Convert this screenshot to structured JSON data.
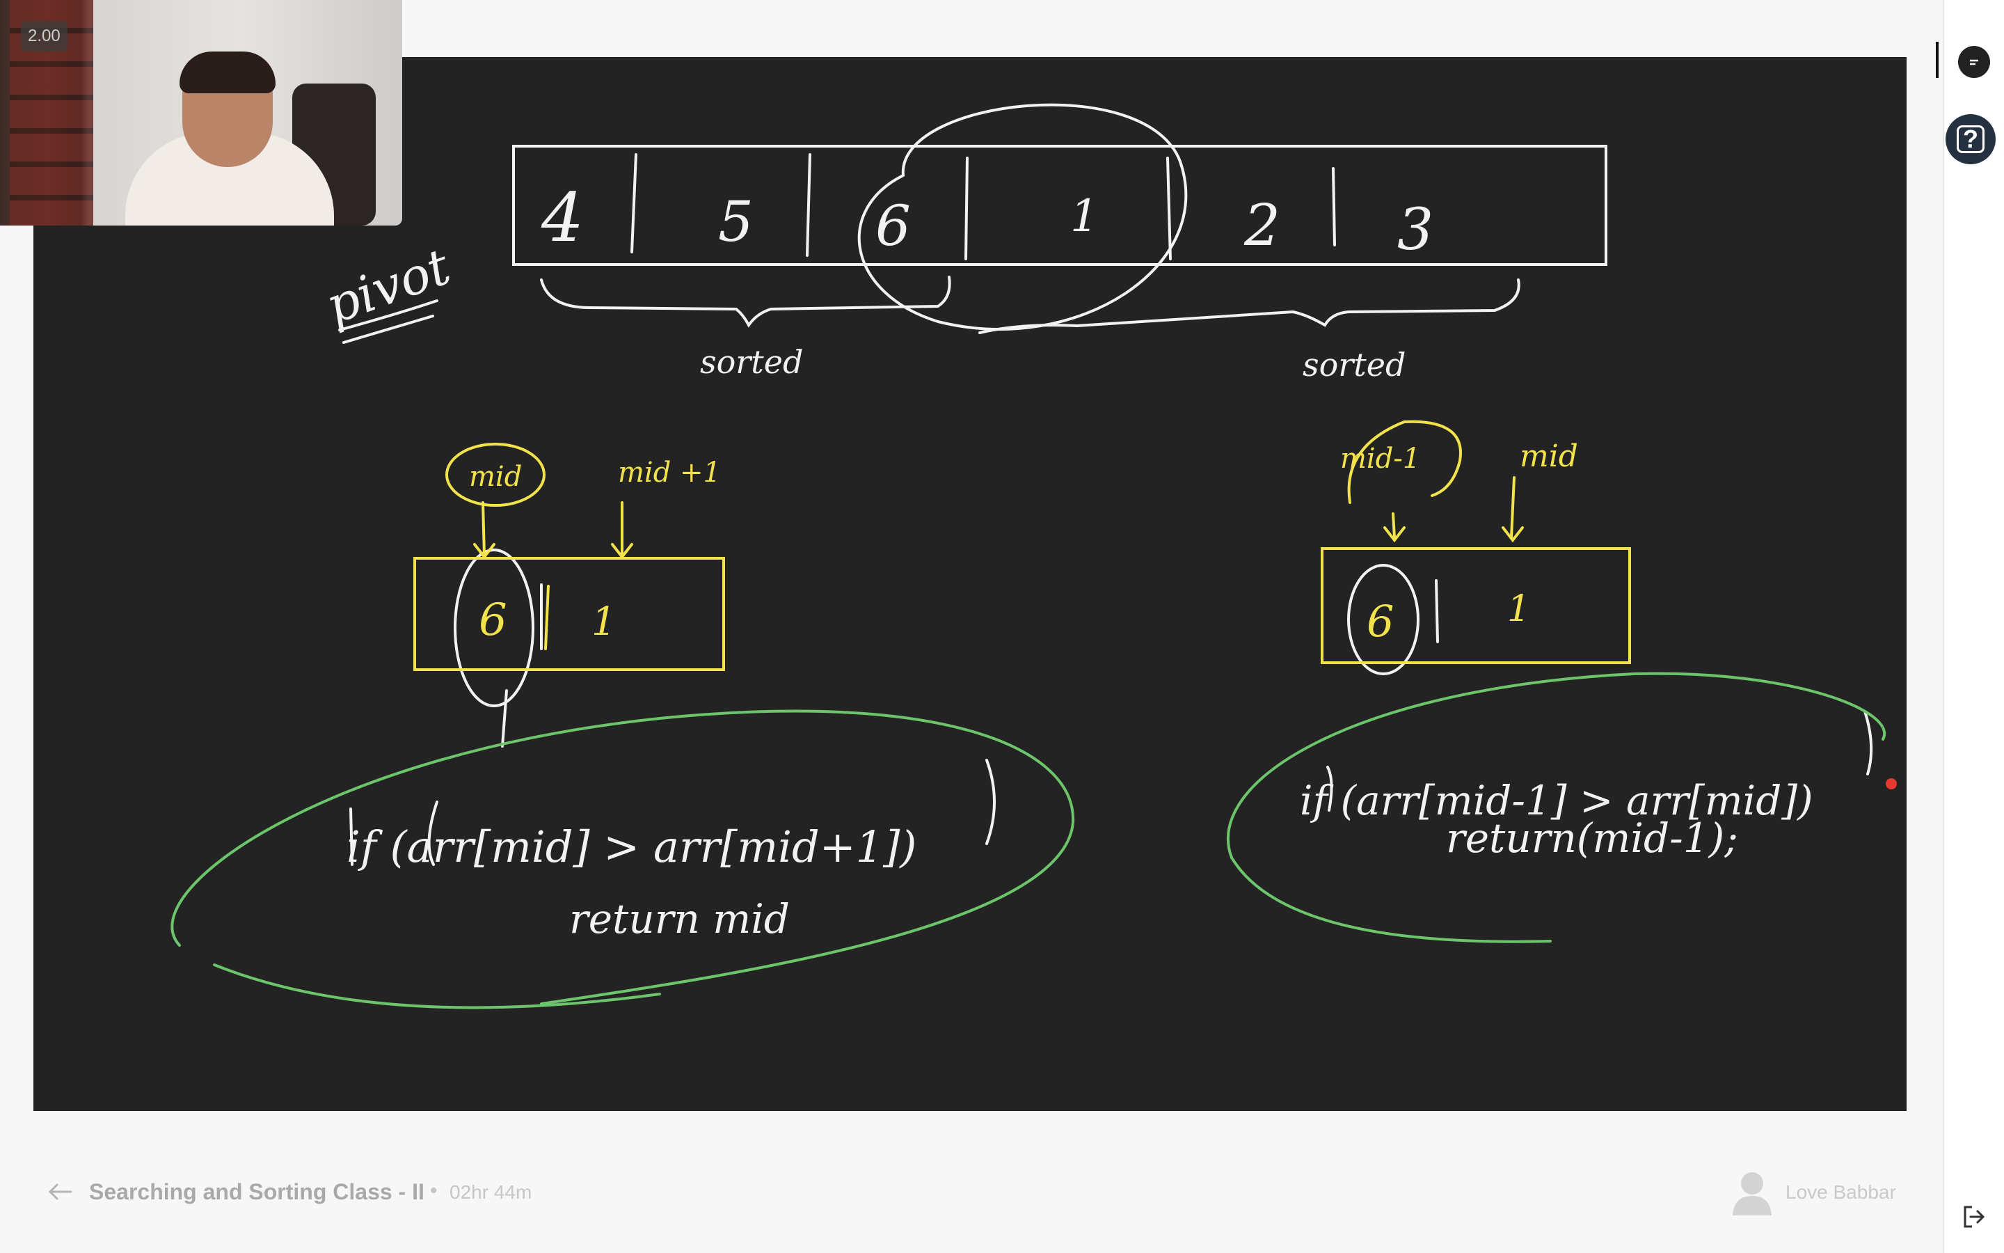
{
  "player": {
    "speed_badge": "2.00"
  },
  "whiteboard": {
    "label_pivot": "pivot",
    "label_sorted_left": "sorted",
    "label_sorted_right": "sorted",
    "top_array": [
      "4",
      "5",
      "6",
      "1",
      "2",
      "3"
    ],
    "left_case": {
      "label_mid": "mid",
      "label_mid_plus": "mid +1",
      "array": [
        "6",
        "1"
      ],
      "code_line1": "if (arr[mid] > arr[mid+1])",
      "code_line2": "return mid"
    },
    "right_case": {
      "label_mid_minus": "mid-1",
      "label_mid": "mid",
      "array": [
        "6",
        "1"
      ],
      "code_line1": "if (arr[mid-1] > arr[mid])",
      "code_line2": "return(mid-1);"
    },
    "colors": {
      "background": "#232323",
      "chalk_white": "#f2f2f2",
      "chalk_yellow": "#f2e24b",
      "chalk_green": "#6dc56b"
    }
  },
  "bottom_bar": {
    "course_title": "Searching and Sorting Class - II",
    "separator": "•",
    "duration": "02hr 44m",
    "instructor": "Love Babbar"
  },
  "icons": {
    "back": "arrow-left-icon",
    "avatar": "user-avatar-icon",
    "chat": "chat-icon",
    "help": "help-icon",
    "exit": "exit-icon"
  }
}
